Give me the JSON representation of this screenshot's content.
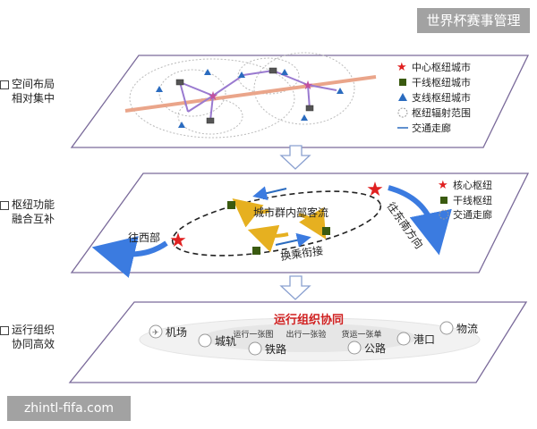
{
  "watermark_top": "世界杯赛事管理",
  "watermark_bottom": "zhintl-fifa.com",
  "layer1": {
    "label_line1": "空间布局",
    "label_line2": "相对集中",
    "legend": [
      "中心枢纽城市",
      "干线枢纽城市",
      "支线枢纽城市",
      "枢纽辐射范围",
      "交通走廊"
    ]
  },
  "layer2": {
    "label_line1": "枢纽功能",
    "label_line2": "融合互补",
    "center_text": "城市群内部客流",
    "transfer_text": "换乘衔接",
    "west_text": "往西部",
    "southeast_text": "往东南方向",
    "legend": [
      "核心枢纽",
      "干线枢纽",
      "交通走廊"
    ]
  },
  "layer3": {
    "label_line1": "运行组织",
    "label_line2": "协同高效",
    "title": "运行组织协同",
    "sub1": "运行一张图",
    "sub2": "出行一张验",
    "sub3": "货运一张单",
    "modes": {
      "airport": "机场",
      "intercity": "城轨",
      "railway": "铁路",
      "highway": "公路",
      "port": "港口",
      "logistics": "物流"
    }
  },
  "colors": {
    "core_star": "#e02020",
    "trunk_node": "#3a5a10",
    "branch_node": "#2a6bbf",
    "corridor": "#e8a080",
    "arrow_blue": "#3b7be0",
    "arrow_gold": "#e6b020",
    "title_red": "#d02020"
  }
}
